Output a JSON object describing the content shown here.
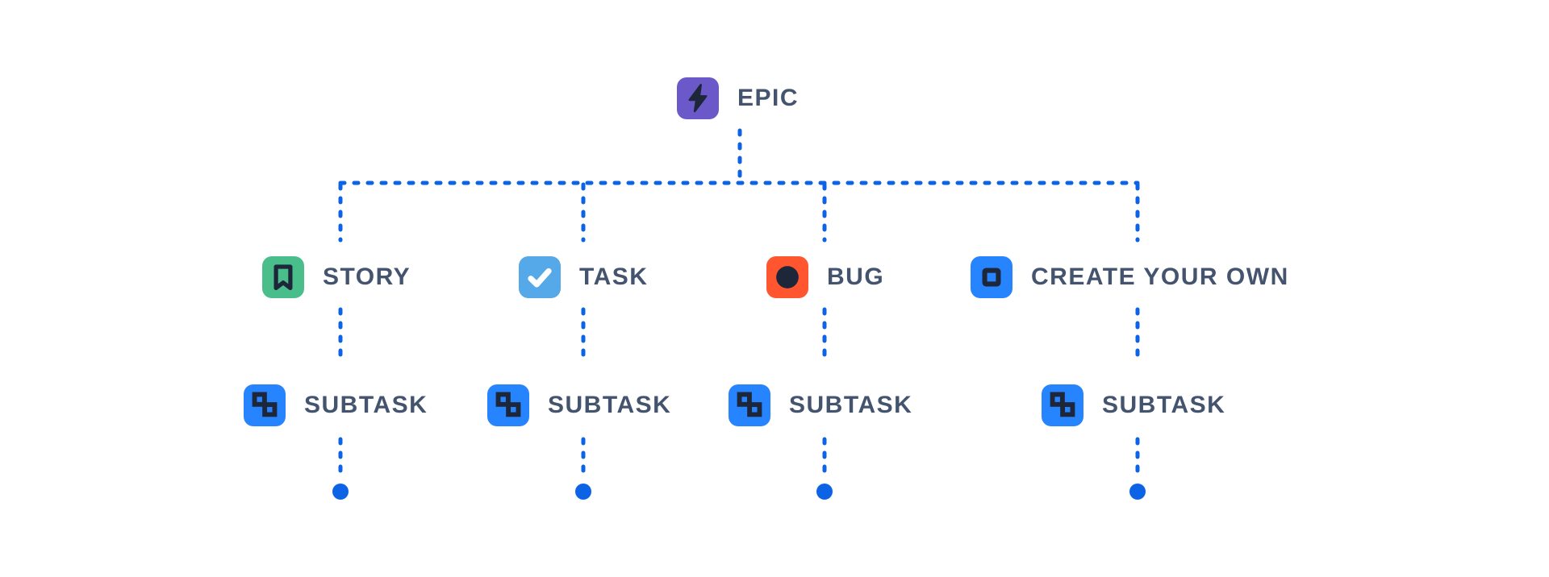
{
  "diagram": {
    "type": "issue-type-hierarchy-tree",
    "levels": [
      "epic",
      "standard issue types",
      "subtasks"
    ],
    "hierarchy": {
      "root": "EPIC",
      "children_of_root": [
        "STORY",
        "TASK",
        "BUG",
        "CREATE YOUR OWN"
      ],
      "child_of_each": "SUBTASK"
    }
  },
  "nodes": {
    "epic": {
      "label": "EPIC",
      "icon": "epic-lightning-icon"
    },
    "story": {
      "label": "STORY",
      "icon": "story-bookmark-icon"
    },
    "task": {
      "label": "TASK",
      "icon": "task-checkmark-icon"
    },
    "bug": {
      "label": "BUG",
      "icon": "bug-circle-icon"
    },
    "create_your_own": {
      "label": "CREATE YOUR OWN",
      "icon": "create-your-own-square-icon"
    },
    "subtask_story": {
      "label": "SUBTASK",
      "icon": "subtask-icon"
    },
    "subtask_task": {
      "label": "SUBTASK",
      "icon": "subtask-icon"
    },
    "subtask_bug": {
      "label": "SUBTASK",
      "icon": "subtask-icon"
    },
    "subtask_create_your_own": {
      "label": "SUBTASK",
      "icon": "subtask-icon"
    }
  },
  "colors": {
    "background": "#FFFFFF",
    "connector_blue": "#0C63E5",
    "label_text": "#44546F",
    "glyph_dark_navy": "#1E2639",
    "epic_purple": "#6B59C9",
    "story_green": "#49BE8B",
    "task_blue": "#55A9E8",
    "task_check_white": "#FFFFFF",
    "bug_red": "#FF5630",
    "subtask_blue": "#2684FF",
    "create_your_own_blue": "#2684FF"
  }
}
